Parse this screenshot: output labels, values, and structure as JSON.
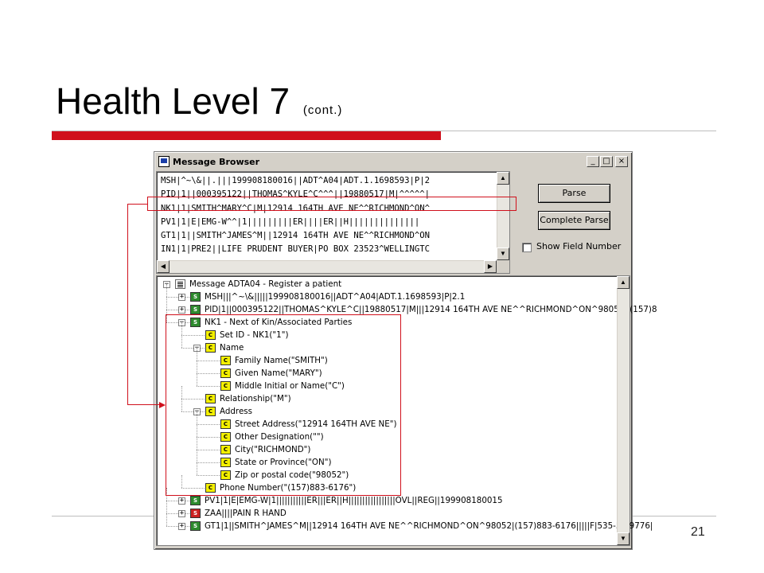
{
  "slide": {
    "title": "Health Level 7",
    "title_suffix": "(cont.)",
    "page_number": "21",
    "accent_color": "#d0101c"
  },
  "window": {
    "title": "Message Browser",
    "controls": {
      "minimize": "_",
      "maximize": "□",
      "close": "×"
    }
  },
  "raw_message": {
    "lines": [
      "MSH|^~\\&||.|||199908180016||ADT^A04|ADT.1.1698593|P|2",
      "PID|1||000395122||THOMAS^KYLE^C^^^||19880517|M|^^^^^|",
      "NK1|1|SMITH^MARY^C|M|12914 164TH AVE NE^^RICHMOND^ON^",
      "PV1|1|E|EMG-W^^|1|||||||||ER||||ER||H||||||||||||||",
      "GT1|1||SMITH^JAMES^M||12914 164TH AVE NE^^RICHMOND^ON",
      "IN1|1|PRE2||LIFE PRUDENT BUYER|PO BOX 23523^WELLINGTC"
    ]
  },
  "buttons": {
    "parse": "Parse",
    "complete_parse": "Complete Parse"
  },
  "show_field_number": {
    "label": "Show Field Number",
    "checked": false
  },
  "tree": {
    "nodes": [
      {
        "level": 0,
        "expander": "−",
        "icon": "msg",
        "text": "Message ADTA04 - Register a patient"
      },
      {
        "level": 1,
        "expander": "+",
        "icon": "seg",
        "text": "MSH|||^~\\&|||||199908180016||ADT^A04|ADT.1.1698593|P|2.1"
      },
      {
        "level": 1,
        "expander": "+",
        "icon": "seg",
        "text": "PID|1||000395122||THOMAS^KYLE^C||19880517|M|||12914 164TH AVE NE^^RICHMOND^ON^98052||(157)8"
      },
      {
        "level": 1,
        "expander": "−",
        "icon": "seg",
        "text": "NK1 - Next of Kin/Associated Parties"
      },
      {
        "level": 2,
        "expander": "",
        "icon": "comp",
        "text": "Set ID - NK1(\"1\")"
      },
      {
        "level": 2,
        "expander": "−",
        "icon": "comp",
        "text": "Name"
      },
      {
        "level": 3,
        "expander": "",
        "icon": "comp",
        "text": "Family Name(\"SMITH\")"
      },
      {
        "level": 3,
        "expander": "",
        "icon": "comp",
        "text": "Given Name(\"MARY\")"
      },
      {
        "level": 3,
        "expander": "",
        "icon": "comp",
        "text": "Middle Initial or Name(\"C\")"
      },
      {
        "level": 2,
        "expander": "",
        "icon": "comp",
        "text": "Relationship(\"M\")"
      },
      {
        "level": 2,
        "expander": "−",
        "icon": "comp",
        "text": "Address"
      },
      {
        "level": 3,
        "expander": "",
        "icon": "comp",
        "text": "Street Address(\"12914 164TH AVE NE\")"
      },
      {
        "level": 3,
        "expander": "",
        "icon": "comp",
        "text": "Other Designation(\"\")"
      },
      {
        "level": 3,
        "expander": "",
        "icon": "comp",
        "text": "City(\"RICHMOND\")"
      },
      {
        "level": 3,
        "expander": "",
        "icon": "comp",
        "text": "State or Province(\"ON\")"
      },
      {
        "level": 3,
        "expander": "",
        "icon": "comp",
        "text": "Zip or postal code(\"98052\")"
      },
      {
        "level": 2,
        "expander": "",
        "icon": "comp",
        "text": "Phone Number(\"(157)883-6176\")"
      },
      {
        "level": 1,
        "expander": "+",
        "icon": "seg",
        "text": "PV1|1|E|EMG-W|1|||||||||||ER|||ER||H|||||||||||||||||OVL||REG||199908180015"
      },
      {
        "level": 1,
        "expander": "+",
        "icon": "seg-red",
        "text": "ZAA||||PAIN R HAND"
      },
      {
        "level": 1,
        "expander": "+",
        "icon": "seg",
        "text": "GT1|1||SMITH^JAMES^M||12914 164TH AVE NE^^RICHMOND^ON^98052|(157)883-6176|||||F|535-52-9776|"
      }
    ]
  }
}
